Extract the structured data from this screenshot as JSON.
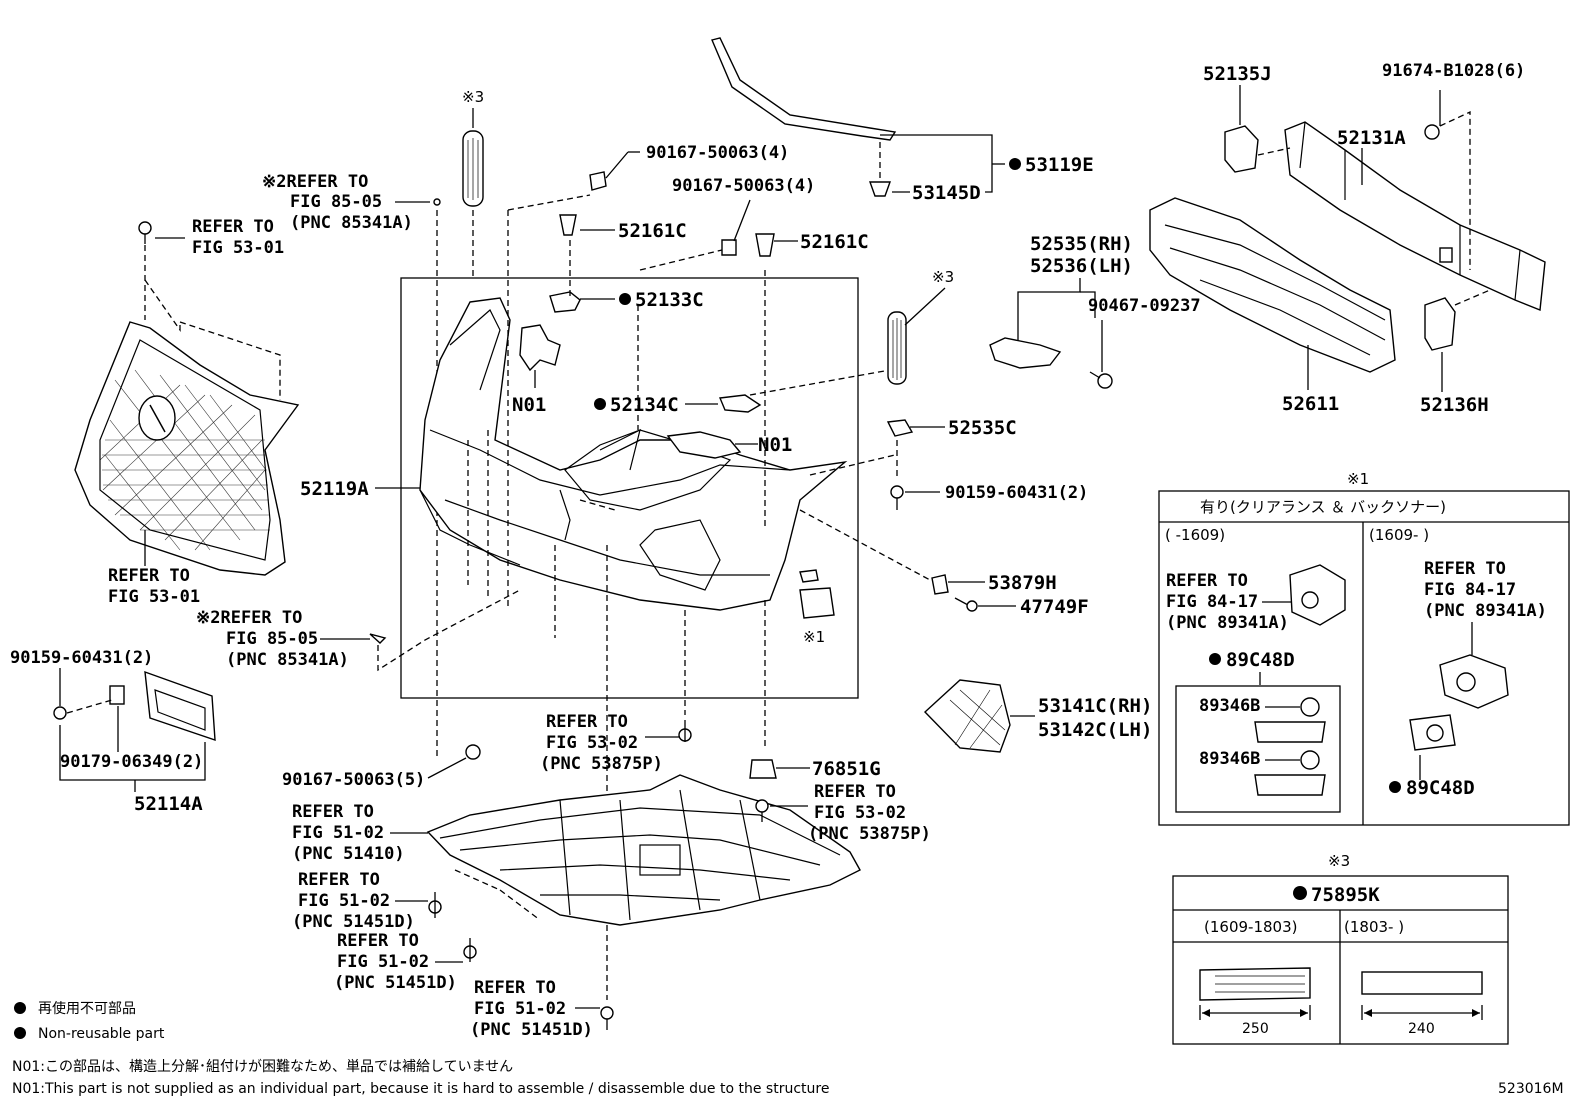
{
  "parts": {
    "p90167_4a": "90167-50063(4)",
    "p90167_4b": "90167-50063(4)",
    "p90167_5": "90167-50063(5)",
    "p52161c_a": "52161C",
    "p52161c_b": "52161C",
    "p52133c": "52133C",
    "p52134c": "52134C",
    "n01_a": "N01",
    "n01_b": "N01",
    "p52119a": "52119A",
    "p53119e": "53119E",
    "p53145d": "53145D",
    "p52535rh": "52535(RH)",
    "p52536lh": "52536(LH)",
    "p90467": "90467-09237",
    "p52535c": "52535C",
    "p90159_2a": "90159-60431(2)",
    "p90159_2b": "90159-60431(2)",
    "p53879h": "53879H",
    "p47749f": "47749F",
    "p53141c": "53141C(RH)",
    "p53142c": "53142C(LH)",
    "p76851g": "76851G",
    "p90179": "90179-06349(2)",
    "p52114a": "52114A",
    "p52135j": "52135J",
    "p91674": "91674-B1028(6)",
    "p52131a": "52131A",
    "p52611": "52611",
    "p52136h": "52136H",
    "p89c48d_a": "89C48D",
    "p89c48d_b": "89C48D",
    "p89346b_a": "89346B",
    "p89346b_b": "89346B",
    "p75895k": "75895K"
  },
  "refs": {
    "refer_to": "REFER TO",
    "r53_01_a": "FIG 53-01",
    "r53_01_b": "FIG 53-01",
    "r85_05_a": "FIG 85-05",
    "r85_05_b": "FIG 85-05",
    "pnc85341a_a": "(PNC 85341A)",
    "pnc85341a_b": "(PNC 85341A)",
    "r53_02_a": "FIG 53-02",
    "r53_02_b": "FIG 53-02",
    "pnc53875p_a": "(PNC 53875P)",
    "pnc53875p_b": "(PNC 53875P)",
    "r51_02_a": "FIG 51-02",
    "r51_02_b": "FIG 51-02",
    "r51_02_c": "FIG 51-02",
    "r51_02_d": "FIG 51-02",
    "pnc51410": "(PNC 51410)",
    "pnc51451d_a": "(PNC 51451D)",
    "pnc51451d_b": "(PNC 51451D)",
    "pnc51451d_c": "(PNC 51451D)",
    "r84_17_a": "FIG 84-17",
    "r84_17_b": "FIG 84-17",
    "pnc89341a_a": "(PNC 89341A)",
    "pnc89341a_b": "(PNC 89341A)",
    "mark2_refer_a": "※2REFER TO",
    "mark2_refer_b": "※2REFER TO"
  },
  "marks": {
    "m1_a": "※1",
    "m1_b": "※1",
    "m3_a": "※3",
    "m3_b": "※3",
    "m3_c": "※3"
  },
  "box1": {
    "header": "有り(クリアランス ＆ バックソナー)",
    "col_left": "(     -1609)",
    "col_right": "(1609-     )"
  },
  "box3": {
    "col_left": "(1609-1803)",
    "col_right": "(1803-     )",
    "dim_left": "250",
    "dim_right": "240"
  },
  "legend": {
    "jp": "再使用不可部品",
    "en": "Non-reusable part"
  },
  "notes": {
    "n01_jp": "N01:この部品は、構造上分解･組付けが困難なため、単品では補給していません",
    "n01_en": "N01:This part is not supplied as an individual part, because it is hard to assemble / disassemble due to the structure"
  },
  "figure_code": "523016M"
}
